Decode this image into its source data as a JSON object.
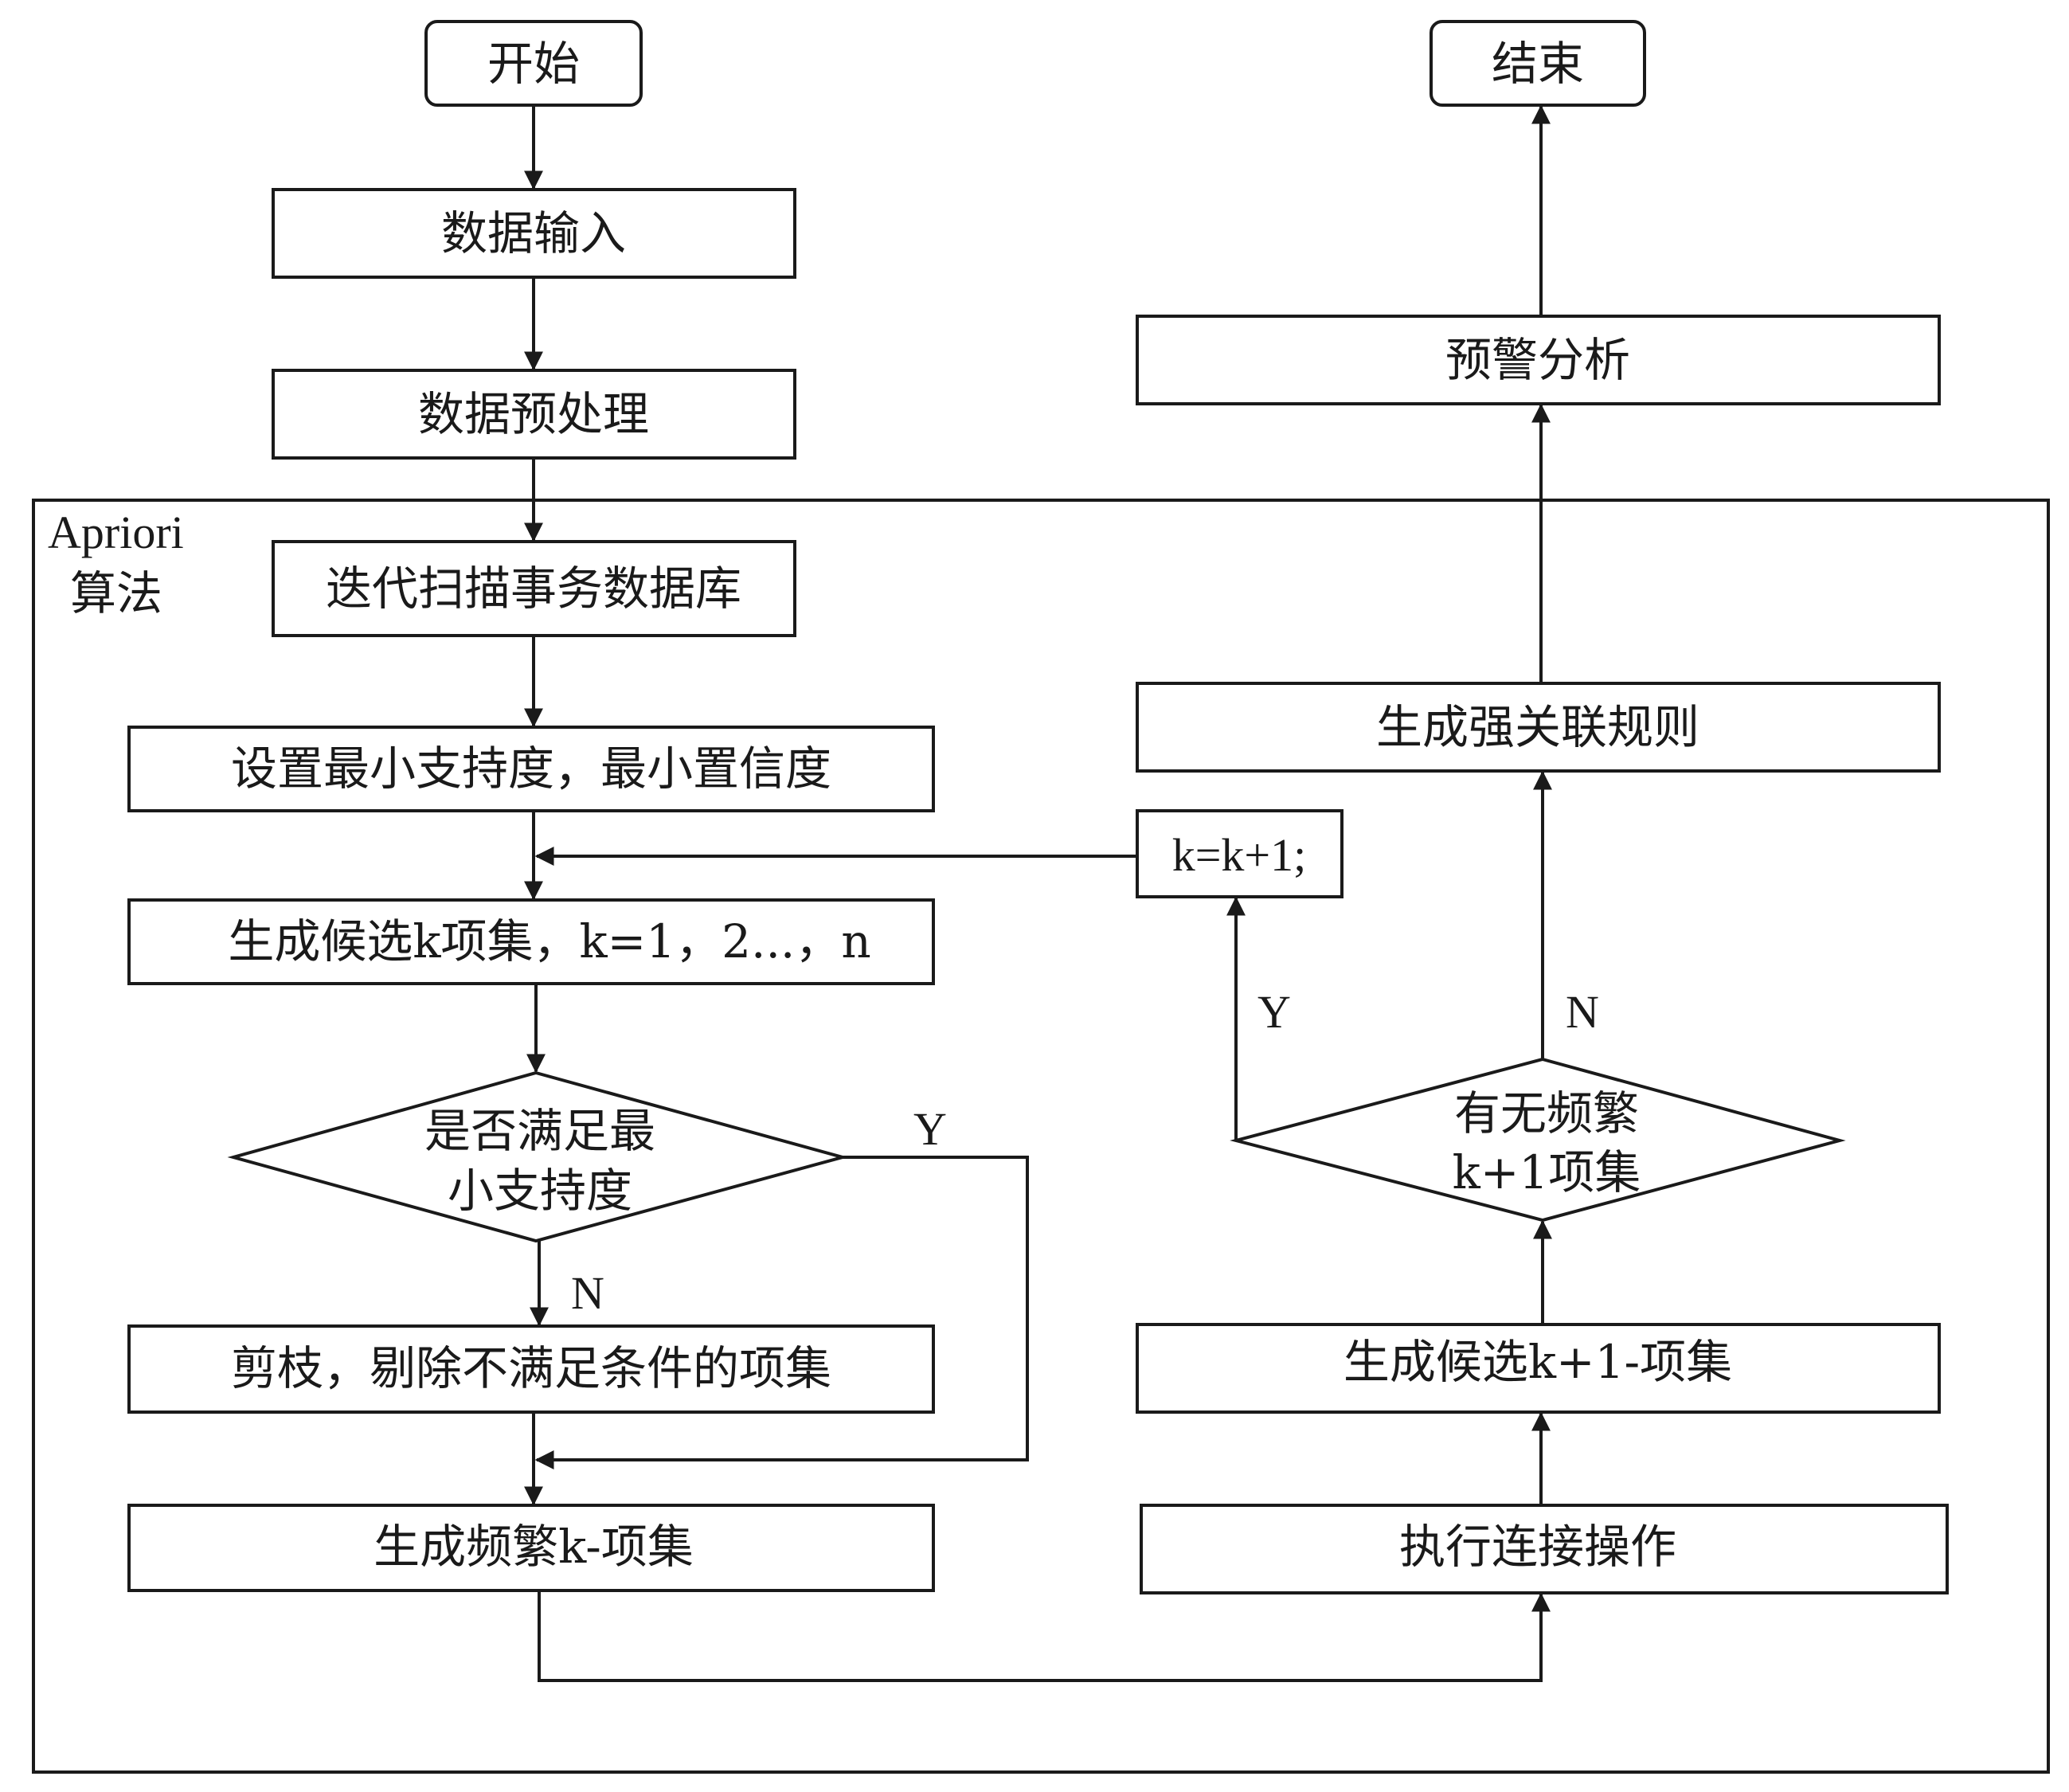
{
  "nodes": {
    "start": "开始",
    "end": "结束",
    "data_input": "数据输入",
    "preprocess": "数据预处理",
    "scan_db": "迭代扫描事务数据库",
    "set_threshold": "设置最小支持度，最小置信度",
    "gen_candidate": "生成候选k项集，k=1，2...，n",
    "check_support_line1": "是否满足最",
    "check_support_line2": "小支持度",
    "prune": "剪枝，剔除不满足条件的项集",
    "gen_frequent": "生成频繁k-项集",
    "join": "执行连接操作",
    "gen_candidate_k1": "生成候选k+1-项集",
    "has_frequent_line1": "有无频繁",
    "has_frequent_line2": "k+1项集",
    "increment": "k=k+1;",
    "gen_rules": "生成强关联规则",
    "warning": "预警分析"
  },
  "group": {
    "label_line1": "Apriori",
    "label_line2": "算法"
  },
  "edge_labels": {
    "support_yes": "Y",
    "support_no": "N",
    "frequent_yes": "Y",
    "frequent_no": "N"
  }
}
